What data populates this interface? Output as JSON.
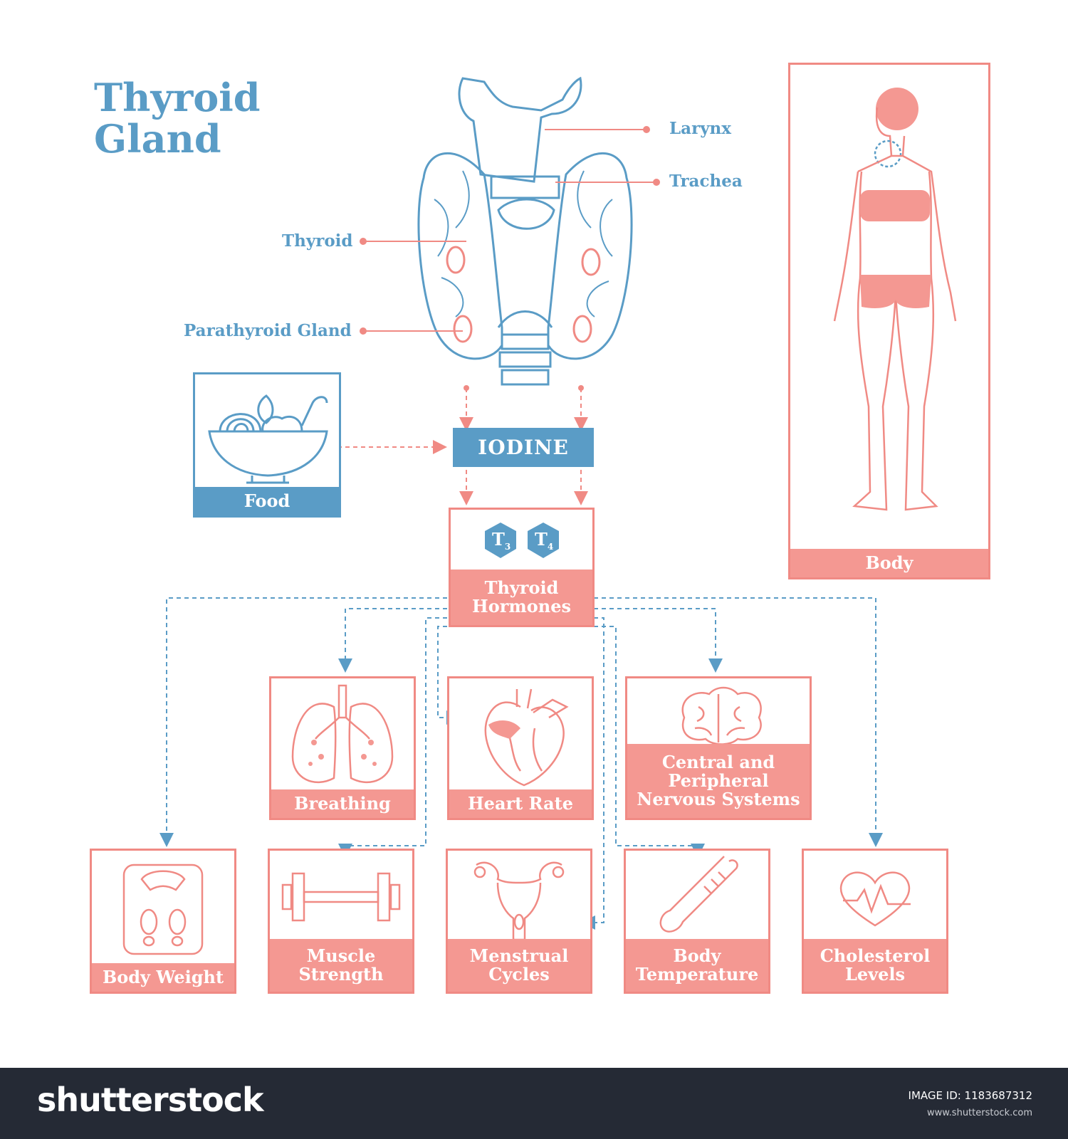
{
  "title": {
    "line1": "Thyroid",
    "line2": "Gland"
  },
  "anatomy_labels": {
    "larynx": "Larynx",
    "trachea": "Trachea",
    "thyroid": "Thyroid",
    "parathyroid": "Parathyroid Gland"
  },
  "food": {
    "label": "Food",
    "icon": "food-bowl-icon"
  },
  "iodine": {
    "label": "IODINE"
  },
  "hormones": {
    "label": "Thyroid\nHormones",
    "t3": "T",
    "t3_sub": "3",
    "t4": "T",
    "t4_sub": "4"
  },
  "body": {
    "label": "Body"
  },
  "effects_row1": [
    {
      "label": "Breathing",
      "icon": "lungs-icon"
    },
    {
      "label": "Heart Rate",
      "icon": "heart-icon"
    },
    {
      "label": "Central and\nPeripheral\nNervous Systems",
      "icon": "brain-icon"
    }
  ],
  "effects_row2": [
    {
      "label": "Body Weight",
      "icon": "scale-icon"
    },
    {
      "label": "Muscle\nStrength",
      "icon": "dumbbell-icon"
    },
    {
      "label": "Menstrual\nCycles",
      "icon": "uterus-icon"
    },
    {
      "label": "Body\nTemperature",
      "icon": "thermometer-icon"
    },
    {
      "label": "Cholesterol\nLevels",
      "icon": "heartbeat-icon"
    }
  ],
  "colors": {
    "blue": "#5a9cc6",
    "pink": "#f49892",
    "pink_line": "#f08a84",
    "footer": "#252a35"
  },
  "footer": {
    "brand": "shutterstock",
    "image_id_label": "IMAGE ID: 1183687312",
    "site": "www.shutterstock.com"
  }
}
